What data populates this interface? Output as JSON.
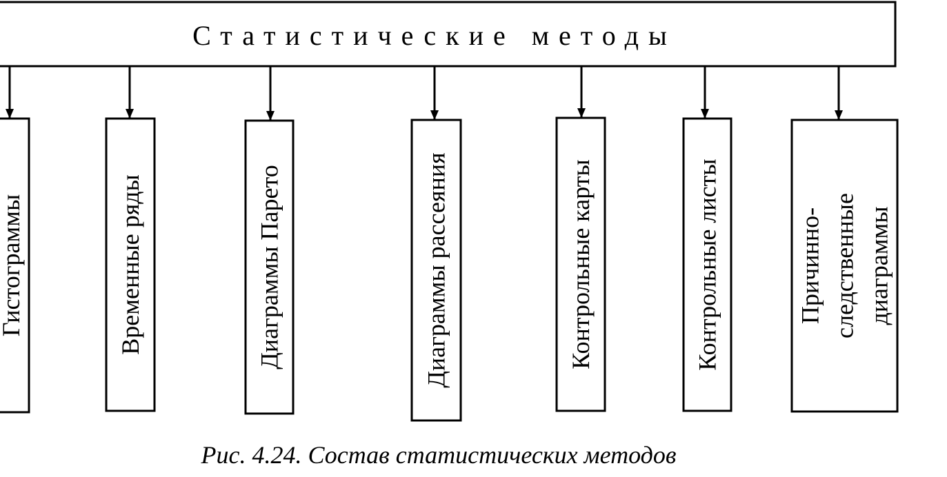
{
  "diagram": {
    "root": {
      "label": "Статистические методы"
    },
    "methods": [
      {
        "lines": [
          "Гистограммы"
        ]
      },
      {
        "lines": [
          "Временные ряды"
        ]
      },
      {
        "lines": [
          "Диаграммы Парето"
        ]
      },
      {
        "lines": [
          "Диаграммы рассеяния"
        ]
      },
      {
        "lines": [
          "Контрольные карты"
        ]
      },
      {
        "lines": [
          "Контрольные листы"
        ]
      },
      {
        "lines": [
          "Причинно-",
          "следственные",
          "диаграммы"
        ]
      }
    ]
  },
  "caption": "Рис. 4.24. Состав статистических методов"
}
